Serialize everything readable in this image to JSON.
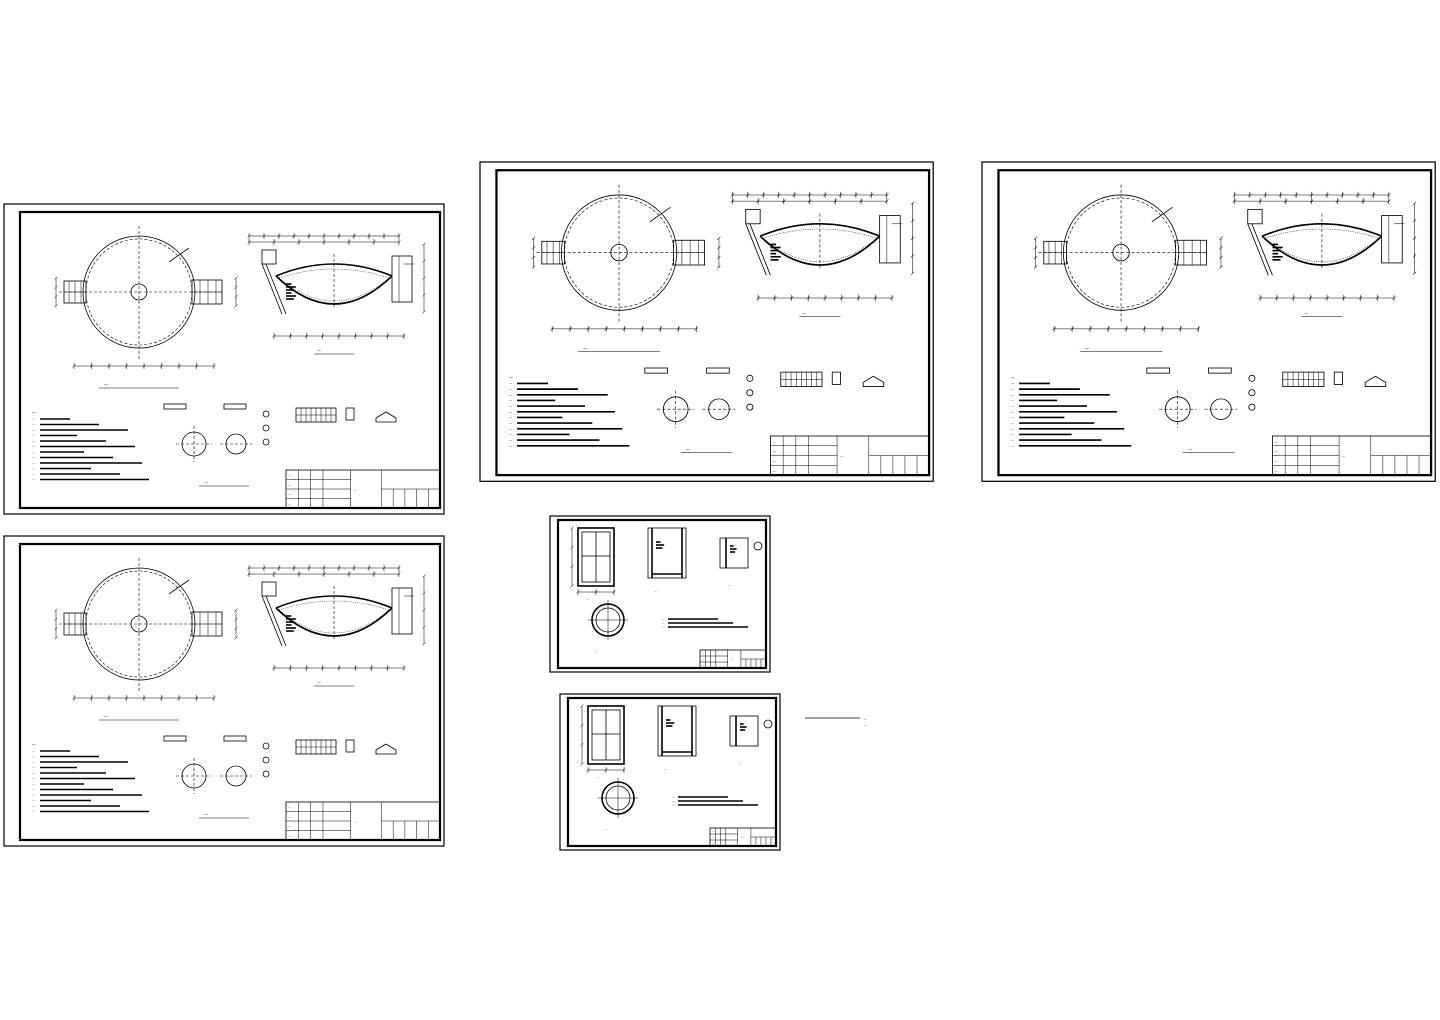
{
  "title": "",
  "sheets": [
    {
      "id": "sheet-1",
      "kind": "tank",
      "plan_title": "—",
      "section_title": "—",
      "detail_title": "—",
      "notes_heading": "—",
      "notes": [
        "—",
        "—",
        "—",
        "—",
        "—",
        "—",
        "—",
        "—",
        "—",
        "—",
        "—",
        "—"
      ],
      "title_block": {
        "drawing_name": "—",
        "rows": [
          "—",
          "—",
          "—",
          "—"
        ]
      }
    },
    {
      "id": "sheet-2",
      "kind": "tank",
      "plan_title": "—",
      "section_title": "—",
      "detail_title": "—",
      "notes_heading": "—",
      "notes": [
        "—",
        "—",
        "—",
        "—",
        "—",
        "—",
        "—",
        "—",
        "—",
        "—",
        "—",
        "—"
      ],
      "title_block": {
        "drawing_name": "—",
        "rows": [
          "—",
          "—",
          "—",
          "—"
        ]
      }
    },
    {
      "id": "sheet-3",
      "kind": "tank",
      "plan_title": "—",
      "section_title": "—",
      "detail_title": "—",
      "notes_heading": "—",
      "notes": [
        "—",
        "—",
        "—",
        "—",
        "—",
        "—",
        "—",
        "—",
        "—",
        "—",
        "—",
        "—"
      ],
      "title_block": {
        "drawing_name": "—",
        "rows": [
          "—",
          "—",
          "—",
          "—"
        ]
      }
    },
    {
      "id": "sheet-4",
      "kind": "tank",
      "plan_title": "—",
      "section_title": "—",
      "detail_title": "—",
      "notes_heading": "—",
      "notes": [
        "—",
        "—",
        "—",
        "—",
        "—",
        "—",
        "—",
        "—",
        "—",
        "—",
        "—",
        "—"
      ],
      "title_block": {
        "drawing_name": "—",
        "rows": [
          "—",
          "—",
          "—",
          "—"
        ]
      }
    },
    {
      "id": "sheet-5",
      "kind": "well",
      "view_titles": [
        "—",
        "—",
        "—",
        "—"
      ],
      "notes": [
        "—",
        "—",
        "—"
      ],
      "title_block": {
        "drawing_name": "—",
        "rows": [
          "—",
          "—",
          "—"
        ]
      }
    },
    {
      "id": "sheet-6",
      "kind": "well",
      "view_titles": [
        "—",
        "—",
        "—",
        "—"
      ],
      "notes": [
        "—",
        "—",
        "—"
      ],
      "title_block": {
        "drawing_name": "—",
        "rows": [
          "—",
          "—",
          "—"
        ]
      }
    }
  ],
  "loose_annotation": [
    "—",
    "—"
  ]
}
